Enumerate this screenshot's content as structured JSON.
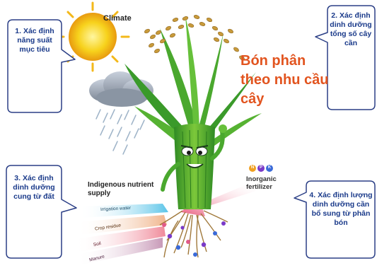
{
  "slogan": "Bón phân theo nhu cầu cây",
  "climate_label": "Climate",
  "callouts": {
    "step1": "1. Xác định năng suất mục tiêu",
    "step2": "2. Xác định dinh dưỡng tổng số cây cần",
    "step3": "3. Xác định dinh dưỡng cung từ đất",
    "step4": "4. Xác định lượng dinh dưỡng cần bổ sung từ phân bón"
  },
  "indigenous": {
    "title": "Indigenous nutrient supply",
    "sources": [
      "Irrigation water",
      "Crop residue",
      "Soil",
      "Manure"
    ]
  },
  "inorganic": {
    "title": "Inorganic fertilizer",
    "nutrients": [
      "N",
      "P",
      "K"
    ]
  },
  "colors": {
    "callout_text": "#1a3a8a",
    "callout_border": "#2b3f86",
    "slogan": "#e2541f",
    "plant_green": "#3a9a2a",
    "sun": "#f5c41a",
    "grain": "#c89a3a"
  }
}
